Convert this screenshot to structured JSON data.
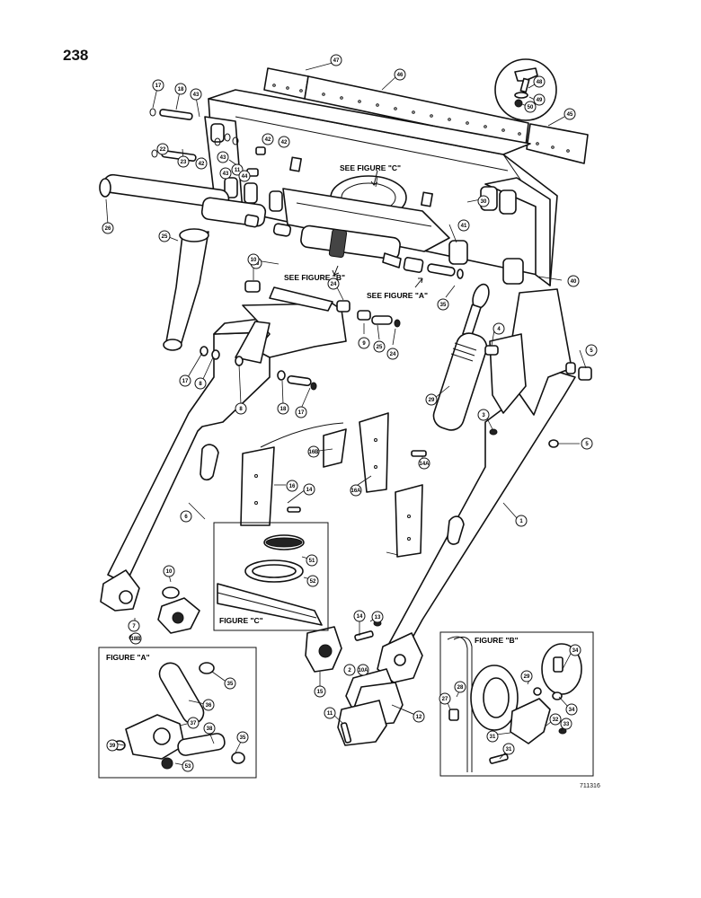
{
  "page_number": "238",
  "drawing_code": "711316",
  "figure_labels": {
    "see_c": "SEE FIGURE \"C\"",
    "see_b": "SEE FIGURE \"B\"",
    "see_a": "SEE FIGURE \"A\"",
    "fig_a": "FIGURE \"A\"",
    "fig_b": "FIGURE \"B\"",
    "fig_c": "FIGURE \"C\""
  },
  "callouts": [
    {
      "id": "c47",
      "label": "47"
    },
    {
      "id": "c46",
      "label": "46"
    },
    {
      "id": "c48",
      "label": "48"
    },
    {
      "id": "c49",
      "label": "49"
    },
    {
      "id": "c50",
      "label": "50"
    },
    {
      "id": "c45",
      "label": "45"
    },
    {
      "id": "c17a",
      "label": "17"
    },
    {
      "id": "c18a",
      "label": "18"
    },
    {
      "id": "c43a",
      "label": "43"
    },
    {
      "id": "c42a",
      "label": "42"
    },
    {
      "id": "c42b",
      "label": "42"
    },
    {
      "id": "c43b",
      "label": "43"
    },
    {
      "id": "c11a",
      "label": "11"
    },
    {
      "id": "c22",
      "label": "22"
    },
    {
      "id": "c23",
      "label": "23"
    },
    {
      "id": "c42c",
      "label": "42"
    },
    {
      "id": "c43c",
      "label": "43"
    },
    {
      "id": "c44",
      "label": "44"
    },
    {
      "id": "c30",
      "label": "30"
    },
    {
      "id": "c26a",
      "label": "26"
    },
    {
      "id": "c25",
      "label": "25"
    },
    {
      "id": "c41",
      "label": "41"
    },
    {
      "id": "c26b",
      "label": "26"
    },
    {
      "id": "c40",
      "label": "40"
    },
    {
      "id": "c10a",
      "label": "10"
    },
    {
      "id": "c24a",
      "label": "24"
    },
    {
      "id": "c35a",
      "label": "35"
    },
    {
      "id": "c9",
      "label": "9"
    },
    {
      "id": "c25b",
      "label": "25"
    },
    {
      "id": "c24b",
      "label": "24"
    },
    {
      "id": "c4",
      "label": "4"
    },
    {
      "id": "c5a",
      "label": "5"
    },
    {
      "id": "c17b",
      "label": "17"
    },
    {
      "id": "c8a",
      "label": "8"
    },
    {
      "id": "c8b",
      "label": "8"
    },
    {
      "id": "c18b",
      "label": "18"
    },
    {
      "id": "c17c",
      "label": "17"
    },
    {
      "id": "c29",
      "label": "29"
    },
    {
      "id": "c3",
      "label": "3"
    },
    {
      "id": "c5b",
      "label": "5"
    },
    {
      "id": "c16b",
      "label": "16B"
    },
    {
      "id": "c14a",
      "label": "14A"
    },
    {
      "id": "c16",
      "label": "16"
    },
    {
      "id": "c14",
      "label": "14"
    },
    {
      "id": "c16a",
      "label": "16A"
    },
    {
      "id": "c6",
      "label": "6"
    },
    {
      "id": "c1",
      "label": "1"
    },
    {
      "id": "c51",
      "label": "51"
    },
    {
      "id": "c52",
      "label": "52"
    },
    {
      "id": "c10b",
      "label": "10"
    },
    {
      "id": "c7",
      "label": "7"
    },
    {
      "id": "c18c",
      "label": "18B"
    },
    {
      "id": "c14b",
      "label": "14"
    },
    {
      "id": "c13",
      "label": "13"
    },
    {
      "id": "c15",
      "label": "15"
    },
    {
      "id": "c2",
      "label": "2"
    },
    {
      "id": "c10c",
      "label": "10A"
    },
    {
      "id": "c12",
      "label": "12"
    },
    {
      "id": "c11b",
      "label": "11"
    },
    {
      "id": "c35b",
      "label": "35"
    },
    {
      "id": "c36",
      "label": "36"
    },
    {
      "id": "c37",
      "label": "37"
    },
    {
      "id": "c38",
      "label": "38"
    },
    {
      "id": "c39",
      "label": "39"
    },
    {
      "id": "c35c",
      "label": "35"
    },
    {
      "id": "c53",
      "label": "53"
    },
    {
      "id": "c28",
      "label": "28"
    },
    {
      "id": "c27",
      "label": "27"
    },
    {
      "id": "c31",
      "label": "31"
    },
    {
      "id": "c32",
      "label": "32"
    },
    {
      "id": "c33",
      "label": "33"
    },
    {
      "id": "c34a",
      "label": "34"
    },
    {
      "id": "c34b",
      "label": "34"
    },
    {
      "id": "c29b",
      "label": "29"
    },
    {
      "id": "c31b",
      "label": "31"
    }
  ]
}
